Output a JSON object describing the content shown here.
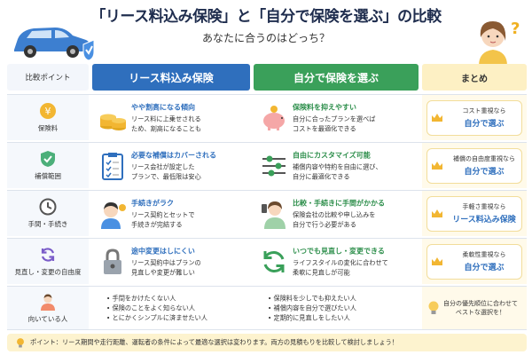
{
  "header": {
    "title": "「リース料込み保険」と「自分で保険を選ぶ」の比較",
    "subtitle": "あなたに合うのはどっち？"
  },
  "columns": {
    "point": "比較ポイント",
    "lease": "リース料込み保険",
    "self": "自分で保険を選ぶ",
    "summary": "まとめ"
  },
  "rows": [
    {
      "point": "保険料",
      "lease_head": "やや割高になる傾向",
      "lease_body": [
        "リース料に上乗せされる",
        "ため、割高になることも"
      ],
      "self_head": "保険料を抑えやすい",
      "self_body": [
        "自分に合ったプランを選べば",
        "コストを最適化できる"
      ],
      "sum_line1": "コスト重視なら",
      "sum_line2": "自分で選ぶ"
    },
    {
      "point": "補償範囲",
      "lease_head": "必要な補償はカバーされる",
      "lease_body": [
        "リース会社が設定した",
        "プランで、最低限は安心"
      ],
      "self_head": "自由にカスタマイズ可能",
      "self_body": [
        "補償内容や特約を自由に選び、",
        "自分に最適化できる"
      ],
      "sum_line1": "補償の自由度重視なら",
      "sum_line2": "自分で選ぶ"
    },
    {
      "point": "手間・手続き",
      "lease_head": "手続きがラク",
      "lease_body": [
        "リース契約とセットで",
        "手続きが完結する"
      ],
      "self_head": "比較・手続きに手間がかかる",
      "self_body": [
        "保険会社の比較や申し込みを",
        "自分で行う必要がある"
      ],
      "sum_line1": "手軽さ重視なら",
      "sum_line2": "リース料込み保険"
    },
    {
      "point": "見直し・変更の自由度",
      "lease_head": "途中変更はしにくい",
      "lease_body": [
        "リース契約中はプランの",
        "見直しや変更が難しい"
      ],
      "self_head": "いつでも見直し・変更できる",
      "self_body": [
        "ライフスタイルの変化に合わせて",
        "柔軟に見直しが可能"
      ],
      "sum_line1": "柔軟性重視なら",
      "sum_line2": "自分で選ぶ"
    }
  ],
  "fit_row": {
    "point": "向いている人",
    "lease": [
      "手間をかけたくない人",
      "保険のことをよく知らない人",
      "とにかくシンプルに済ませたい人"
    ],
    "self": [
      "保険料を少しでも抑えたい人",
      "補償内容を自分で選びたい人",
      "定期的に見直しをしたい人"
    ],
    "summary": [
      "自分の優先順位に合わせて",
      "ベストな選択を！"
    ]
  },
  "footer": "ポイント：リース期間や走行距離、運転者の条件によって最適な選択は変わります。両方の見積もりを比較して検討しましょう！",
  "colors": {
    "lease": "#2f6fbd",
    "self": "#3aa05a",
    "summary_bg": "#fdf0c4"
  }
}
